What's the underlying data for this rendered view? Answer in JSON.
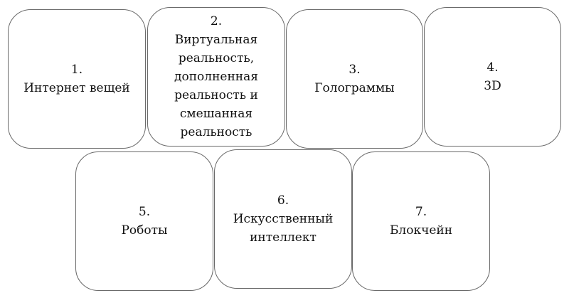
{
  "items": [
    {
      "number": "1.",
      "label": "Интернет вещей"
    },
    {
      "number": "2.",
      "label": "Виртуальная\nреальность,\nдополненная\nреальность и\nсмешанная\nреальность"
    },
    {
      "number": "3.",
      "label": "Голограммы"
    },
    {
      "number": "4.",
      "label": "3D"
    },
    {
      "number": "5.",
      "label": "Роботы"
    },
    {
      "number": "6.",
      "label": "Искусственный\nинтеллект"
    },
    {
      "number": "7.",
      "label": "Блокчейн"
    }
  ]
}
